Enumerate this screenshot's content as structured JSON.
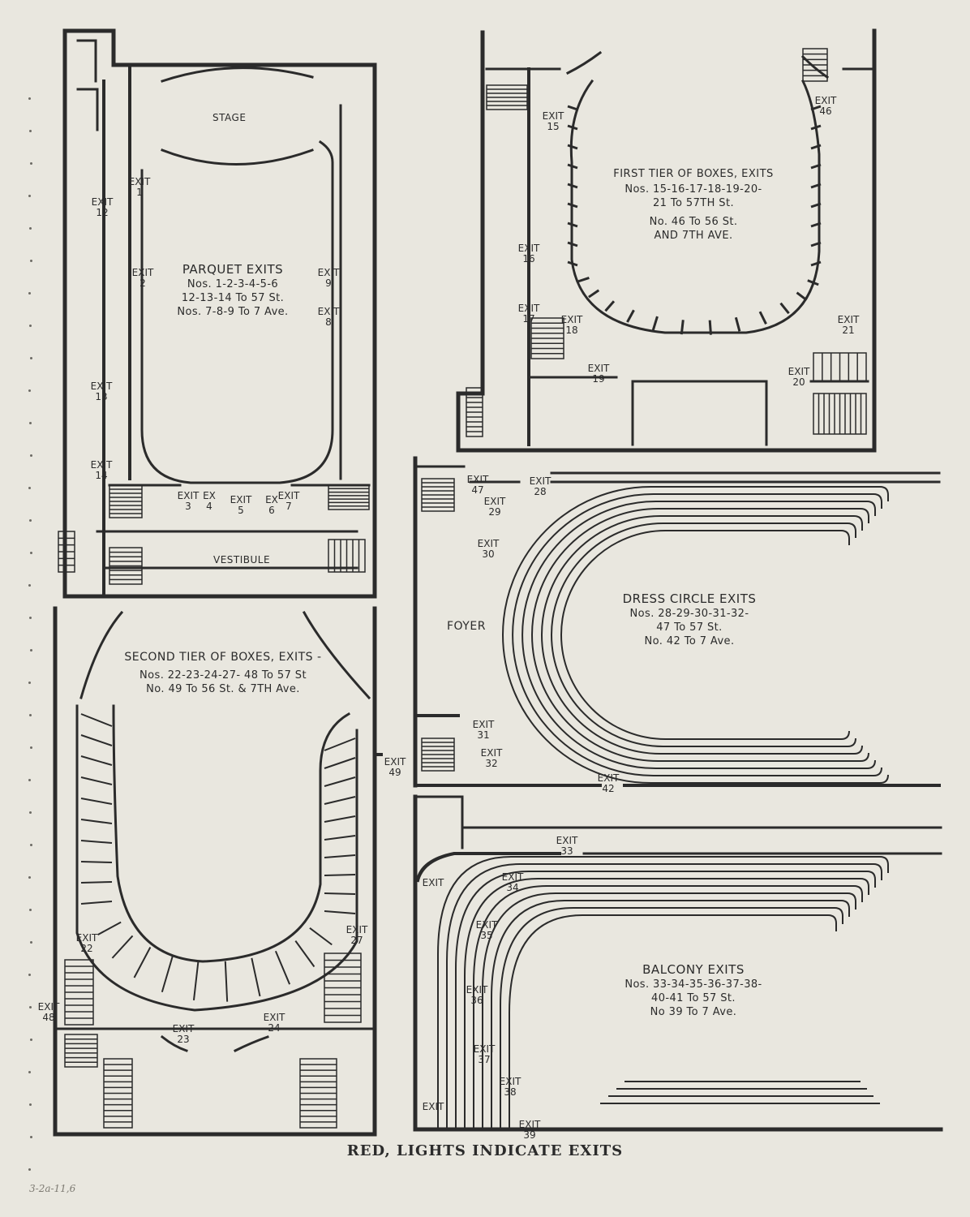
{
  "panels": {
    "parquet": {
      "title": "PARQUET EXITS",
      "lines": [
        "Nos. 1-2-3-4-5-6",
        "12-13-14 To 57 St.",
        "Nos. 7-8-9 To 7 Ave."
      ],
      "stage": "STAGE",
      "vestibule": "VESTIBULE"
    },
    "first_tier": {
      "title": "FIRST TIER OF BOXES, EXITS",
      "lines": [
        "Nos. 15-16-17-18-19-20-",
        "21 To 57TH St.",
        "No. 46 To 56 St.",
        "AND 7TH AVE."
      ]
    },
    "second_tier": {
      "title": "SECOND TIER OF BOXES, EXITS -",
      "lines": [
        "Nos. 22-23-24-27- 48 To 57 St",
        "No. 49 To 56 St. & 7TH Ave."
      ]
    },
    "dress_circle": {
      "title": "DRESS CIRCLE EXITS",
      "lines": [
        "Nos. 28-29-30-31-32-",
        "47 To 57 St.",
        "No. 42 To 7 Ave."
      ],
      "foyer": "FOYER"
    },
    "balcony": {
      "title": "BALCONY EXITS",
      "lines": [
        "Nos. 33-34-35-36-37-38-",
        "40-41 To 57 St.",
        "No 39 To 7 Ave."
      ]
    }
  },
  "exit_word": "EXIT",
  "ex_word": "EX",
  "exits": [
    {
      "n": "1"
    },
    {
      "n": "12"
    },
    {
      "n": "2"
    },
    {
      "n": "9"
    },
    {
      "n": "8"
    },
    {
      "n": "13"
    },
    {
      "n": "14"
    },
    {
      "n": "3"
    },
    {
      "n": "4"
    },
    {
      "n": "5"
    },
    {
      "n": "6"
    },
    {
      "n": "7"
    },
    {
      "n": "15"
    },
    {
      "n": "16"
    },
    {
      "n": "17"
    },
    {
      "n": "18"
    },
    {
      "n": "19"
    },
    {
      "n": "46"
    },
    {
      "n": "21"
    },
    {
      "n": "20"
    },
    {
      "n": "47"
    },
    {
      "n": "28"
    },
    {
      "n": "29"
    },
    {
      "n": "30"
    },
    {
      "n": "31"
    },
    {
      "n": "32"
    },
    {
      "n": "42"
    },
    {
      "n": "49"
    },
    {
      "n": "22"
    },
    {
      "n": "27"
    },
    {
      "n": "48"
    },
    {
      "n": "23"
    },
    {
      "n": "24"
    },
    {
      "n": "33"
    },
    {
      "n": "34"
    },
    {
      "n": "35"
    },
    {
      "n": "36"
    },
    {
      "n": "37"
    },
    {
      "n": "38"
    },
    {
      "n": "39"
    },
    {
      "n": ""
    },
    {
      "n": ""
    }
  ],
  "footer": "RED, LIGHTS INDICATE EXITS",
  "pencil_note": "3-2a-11,6",
  "colors": {
    "paper": "#e9e7df",
    "ink": "#2b2b2b"
  }
}
